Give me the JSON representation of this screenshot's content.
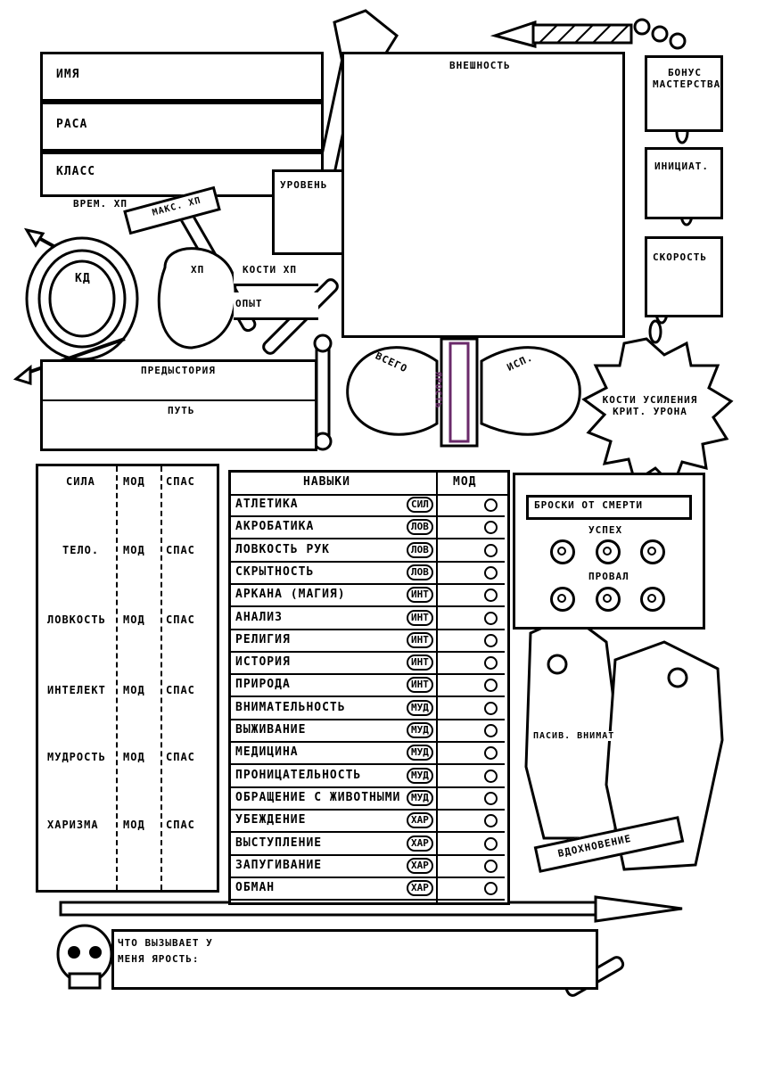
{
  "header": {
    "name_label": "ИМЯ",
    "race_label": "РАСА",
    "class_label": "КЛАСС",
    "appearance_label": "ВНЕШНОСТЬ",
    "proficiency_label": "БОНУС МАСТЕРСТВА",
    "initiative_label": "ИНИЦИАТ.",
    "speed_label": "СКОРОСТЬ",
    "level_label": "УРОВЕНЬ"
  },
  "combat": {
    "temp_hp_label": "ВРЕМ. ХП",
    "max_hp_label": "МАКС. ХП",
    "ac_label": "КД",
    "hp_label": "ХП",
    "hit_dice_label": "КОСТИ ХП",
    "xp_label": "ОПЫТ",
    "backstory_label": "ПРЕДЫСТОРИЯ",
    "path_label": "ПУТЬ",
    "total_label": "ВСЕГО",
    "used_label": "ИСП.",
    "rage_rune": "ЯРОСТЬ",
    "crit_dice_label": "КОСТИ УСИЛЕНИЯ КРИТ. УРОНА"
  },
  "stats": {
    "mod_label": "МОД",
    "save_label": "СПАС",
    "items": [
      {
        "name": "СИЛА"
      },
      {
        "name": "ТЕЛО."
      },
      {
        "name": "ЛОВКОСТЬ"
      },
      {
        "name": "ИНТЕЛЕКТ"
      },
      {
        "name": "МУДРОСТЬ"
      },
      {
        "name": "ХАРИЗМА"
      }
    ]
  },
  "skills": {
    "title": "НАВЫКИ",
    "mod_label": "МОД",
    "items": [
      {
        "name": "АТЛЕТИКА",
        "attr": "СИЛ"
      },
      {
        "name": "АКРОБАТИКА",
        "attr": "ЛОВ"
      },
      {
        "name": "ЛОВКОСТЬ РУК",
        "attr": "ЛОВ"
      },
      {
        "name": "СКРЫТНОСТЬ",
        "attr": "ЛОВ"
      },
      {
        "name": "АРКАНА (МАГИЯ)",
        "attr": "ИНТ"
      },
      {
        "name": "АНАЛИЗ",
        "attr": "ИНТ"
      },
      {
        "name": "РЕЛИГИЯ",
        "attr": "ИНТ"
      },
      {
        "name": "ИСТОРИЯ",
        "attr": "ИНТ"
      },
      {
        "name": "ПРИРОДА",
        "attr": "ИНТ"
      },
      {
        "name": "ВНИМАТЕЛЬНОСТЬ",
        "attr": "МУД"
      },
      {
        "name": "ВЫЖИВАНИЕ",
        "attr": "МУД"
      },
      {
        "name": "МЕДИЦИНА",
        "attr": "МУД"
      },
      {
        "name": "ПРОНИЦАТЕЛЬНОСТЬ",
        "attr": "МУД"
      },
      {
        "name": "ОБРАЩЕНИЕ С ЖИВОТНЫМИ",
        "attr": "МУД"
      },
      {
        "name": "УБЕЖДЕНИЕ",
        "attr": "ХАР"
      },
      {
        "name": "ВЫСТУПЛЕНИЕ",
        "attr": "ХАР"
      },
      {
        "name": "ЗАПУГИВАНИЕ",
        "attr": "ХАР"
      },
      {
        "name": "ОБМАН",
        "attr": "ХАР"
      }
    ]
  },
  "death_saves": {
    "title": "БРОСКИ ОТ СМЕРТИ",
    "success_label": "УСПЕХ",
    "fail_label": "ПРОВАЛ"
  },
  "misc": {
    "passive_perception_label": "ПАСИВ. ВНИМАТ",
    "inspiration_label": "ВДОХНОВЕНИЕ",
    "rage_trigger_line1": "ЧТО ВЫЗЫВАЕТ У",
    "rage_trigger_line2": "МЕНЯ ЯРОСТЬ:"
  }
}
